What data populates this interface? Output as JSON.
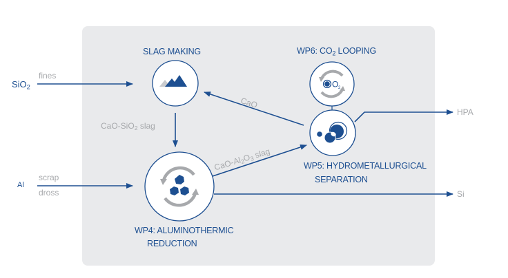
{
  "diagram": {
    "colors": {
      "accent": "#1d4f91",
      "muted": "#a7a9ac",
      "panel": "#e9eaec",
      "node_fill": "#ffffff"
    },
    "inputs": [
      {
        "id": "sio2",
        "chem": "SiO",
        "chem_sub": "2",
        "labels": [
          "fines"
        ]
      },
      {
        "id": "al",
        "chem": "Al",
        "chem_sub": "",
        "labels": [
          "scrap",
          "dross"
        ]
      }
    ],
    "nodes": [
      {
        "id": "slag-making",
        "title_lines": [
          "SLAG MAKING"
        ],
        "icon": "mountains-icon"
      },
      {
        "id": "wp6",
        "title_prefix": "WP6: CO",
        "title_sub": "2",
        "title_suffix": " LOOPING",
        "icon": "co2-cycle-icon",
        "icon_text": "O",
        "icon_sub": "2"
      },
      {
        "id": "wp5",
        "title_lines": [
          "WP5: HYDROMETALLURGICAL",
          "SEPARATION"
        ],
        "icon": "particles-separation-icon"
      },
      {
        "id": "wp4",
        "title_lines": [
          "WP4: ALUMINOTHERMIC",
          "REDUCTION"
        ],
        "icon": "reduction-cycle-icon"
      }
    ],
    "flows": [
      {
        "id": "cao-sio2-slag",
        "pre": "CaO-SiO",
        "sub": "2",
        "post": " slag",
        "from": "slag-making",
        "to": "wp4"
      },
      {
        "id": "cao",
        "label": "CaO",
        "from": "wp5",
        "to": "slag-making"
      },
      {
        "id": "cao-al2o3-slag",
        "pre": "CaO-Al",
        "sub1": "2",
        "mid": "O",
        "sub2": "3",
        "post": " slag",
        "from": "wp4",
        "to": "wp5"
      }
    ],
    "outputs": [
      {
        "id": "hpa",
        "label": "HPA",
        "from": "wp5"
      },
      {
        "id": "si",
        "label": "Si",
        "from": "wp4"
      }
    ]
  }
}
